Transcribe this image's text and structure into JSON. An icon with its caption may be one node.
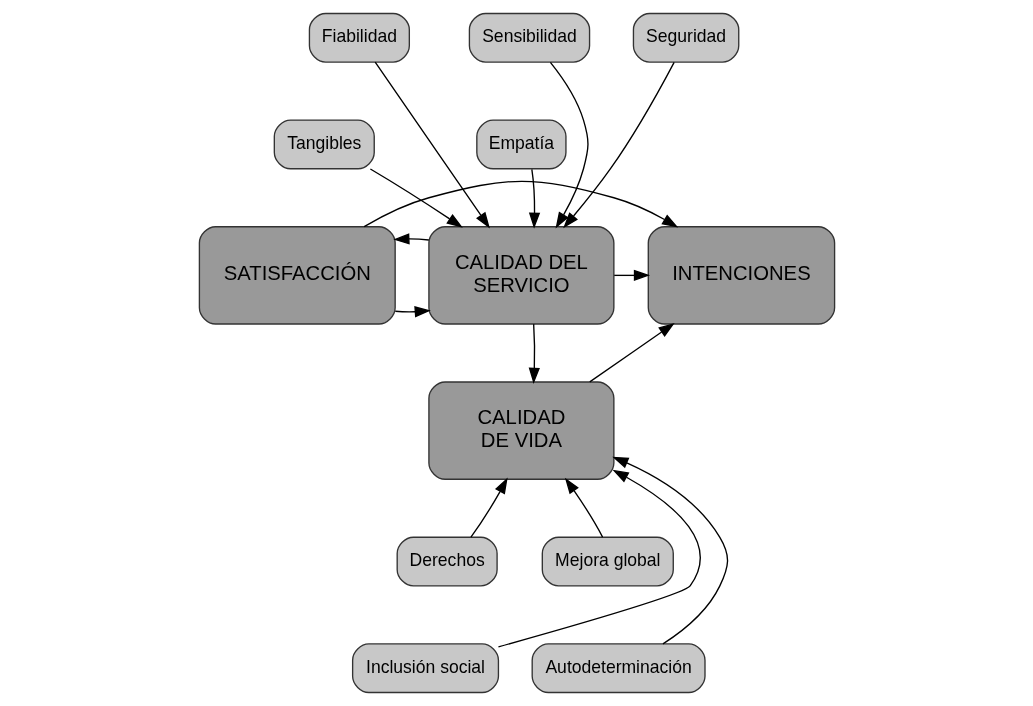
{
  "diagram": {
    "nodes": [
      {
        "text": [
          "Fiabilidad"
        ]
      },
      {
        "text": [
          "Sensibilidad"
        ]
      },
      {
        "text": [
          "Seguridad"
        ]
      },
      {
        "text": [
          "Tangibles"
        ]
      },
      {
        "text": [
          "Empatía"
        ]
      },
      {
        "text": [
          "SATISFACCIÓN"
        ]
      },
      {
        "text": [
          "CALIDAD DEL SERVICIO"
        ]
      },
      {
        "text": [
          "INTENCIONES"
        ]
      },
      {
        "text": [
          "CALIDAD DE VIDA"
        ]
      },
      {
        "text": [
          "Derechos"
        ]
      },
      {
        "text": [
          "Mejora global"
        ]
      },
      {
        "text": [
          "Inclusión social"
        ]
      },
      {
        "text": [
          "Autodeterminación"
        ]
      }
    ],
    "edges": [
      {
        "from": 5,
        "to": 7,
        "arrow": "to"
      },
      {
        "from": 0,
        "to": 6,
        "arrow": "to"
      },
      {
        "from": 1,
        "to": 6,
        "arrow": "to"
      },
      {
        "from": 2,
        "to": 6,
        "arrow": "to"
      },
      {
        "from": 3,
        "to": 6,
        "arrow": "to"
      },
      {
        "from": 4,
        "to": 6,
        "arrow": "to"
      },
      {
        "from": 5,
        "to": 6,
        "arrow": "to"
      },
      {
        "from": 6,
        "to": 5,
        "arrow": "to"
      },
      {
        "from": 6,
        "to": 7,
        "arrow": "to"
      },
      {
        "from": 6,
        "to": 8,
        "arrow": "to"
      },
      {
        "from": 8,
        "to": 7,
        "arrow": "to"
      },
      {
        "from": 9,
        "to": 8,
        "arrow": "to"
      },
      {
        "from": 11,
        "to": 8,
        "arrow": "to"
      },
      {
        "from": 12,
        "to": 8,
        "arrow": "to"
      },
      {
        "from": 10,
        "to": 8,
        "arrow": "to"
      }
    ]
  }
}
